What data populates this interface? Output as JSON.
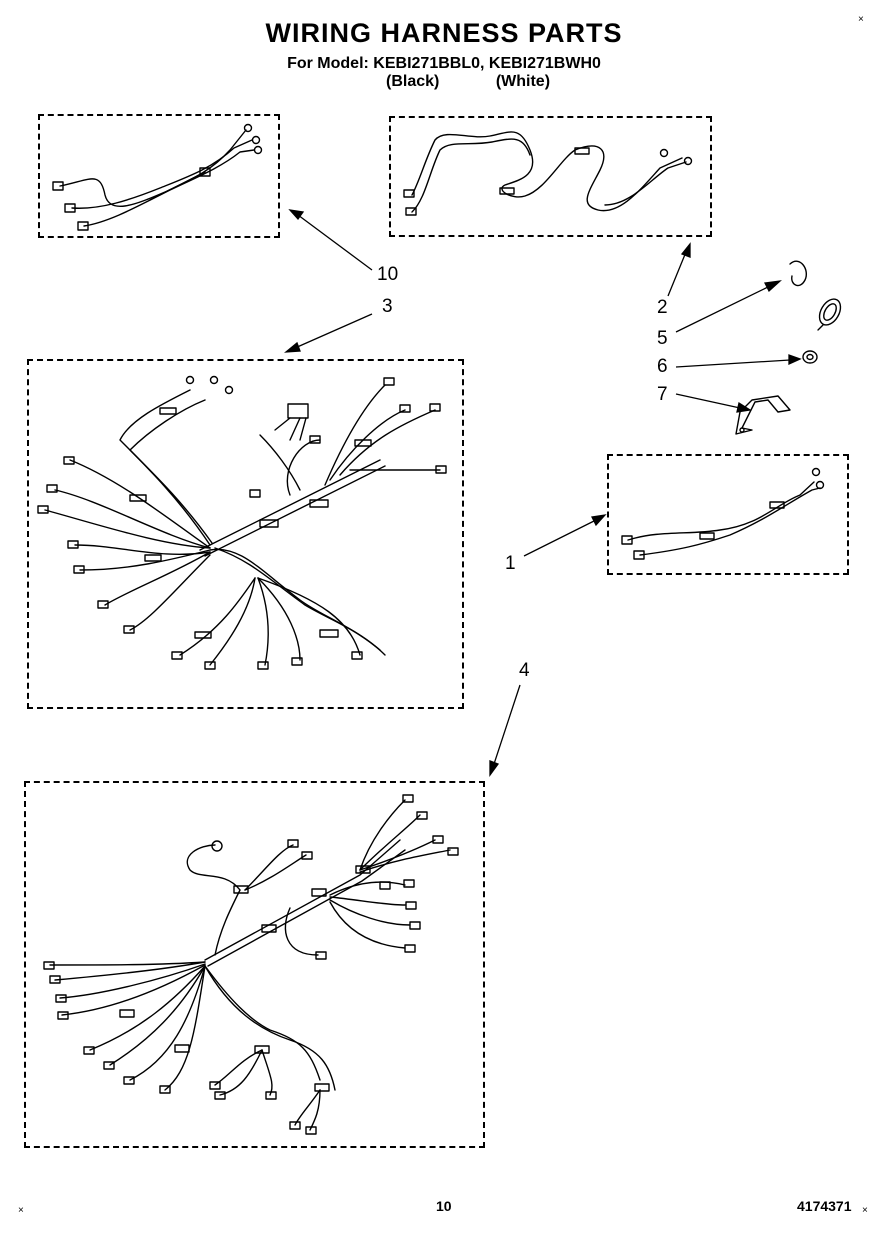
{
  "title": "WIRING HARNESS PARTS",
  "subtitle": "For Model: KEBI271BBL0, KEBI271BWH0",
  "variants": [
    "(Black)",
    "(White)"
  ],
  "callouts": {
    "c1": "1",
    "c2": "2",
    "c3": "3",
    "c4": "4",
    "c5": "5",
    "c6": "6",
    "c7": "7",
    "c10": "10"
  },
  "footer": {
    "page_number": "10",
    "doc_number": "4174371"
  }
}
